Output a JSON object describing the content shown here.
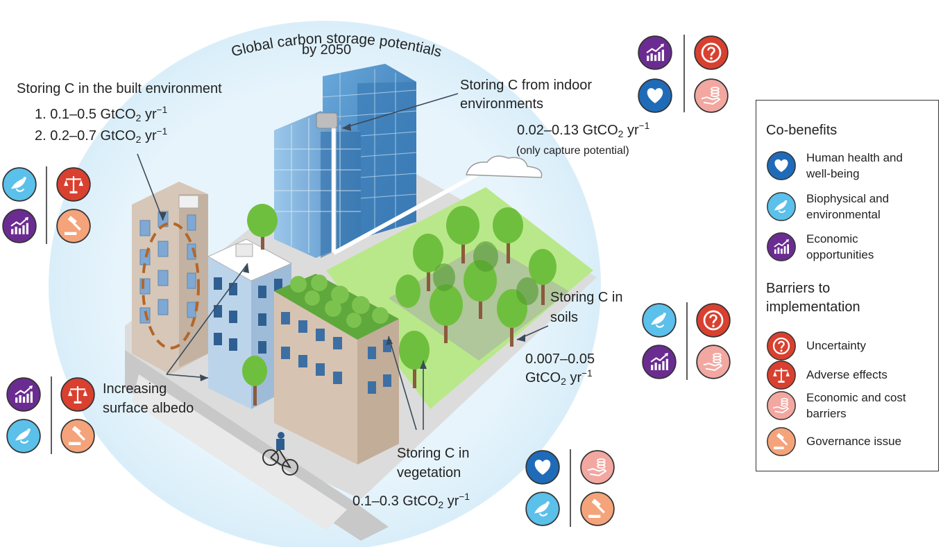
{
  "title": {
    "line1": "Global carbon storage potentials",
    "line2": "by 2050"
  },
  "built_environment": {
    "heading": "Storing C in the built environment",
    "item1": {
      "prefix": "1. 0.1–0.5 GtCO",
      "sub": "2",
      "mid": " yr",
      "sup": "−1"
    },
    "item2": {
      "prefix": "2. 0.2–0.7 GtCO",
      "sub": "2",
      "mid": " yr",
      "sup": "−1"
    }
  },
  "indoor": {
    "line1": "Storing C from indoor",
    "line2": "environments",
    "value": {
      "prefix": "0.02–0.13 GtCO",
      "sub": "2",
      "mid": " yr",
      "sup": "−1"
    },
    "note": "(only capture potential)"
  },
  "soils": {
    "line1": "Storing C in",
    "line2": "soils",
    "value1": "0.007–0.05",
    "value2": {
      "prefix": "GtCO",
      "sub": "2",
      "mid": " yr",
      "sup": "−1"
    }
  },
  "albedo": {
    "line1": "Increasing",
    "line2": "surface albedo"
  },
  "vegetation": {
    "line1": "Storing C in",
    "line2": "vegetation",
    "value": {
      "prefix": "0.1–0.3 GtCO",
      "sub": "2",
      "mid": " yr",
      "sup": "−1"
    }
  },
  "legend": {
    "cobenefits_title": "Co-benefits",
    "cobenefits": [
      {
        "label1": "Human health and",
        "label2": "well-being",
        "icon": "heart-icon"
      },
      {
        "label1": "Biophysical and",
        "label2": "environmental",
        "icon": "bird-leaf-icon"
      },
      {
        "label1": "Economic",
        "label2": "opportunities",
        "icon": "growth-chart-icon"
      }
    ],
    "barriers_title1": "Barriers to",
    "barriers_title2": "implementation",
    "barriers": [
      {
        "label1": "Uncertainty",
        "label2": "",
        "icon": "question-icon"
      },
      {
        "label1": "Adverse effects",
        "label2": "",
        "icon": "scales-icon"
      },
      {
        "label1": "Economic and cost",
        "label2": "barriers",
        "icon": "coins-hand-icon"
      },
      {
        "label1": "Governance issue",
        "label2": "",
        "icon": "gavel-icon"
      }
    ]
  },
  "colors": {
    "health": "#1f6bb8",
    "biophysical": "#5bc0ea",
    "economic": "#6b2c91",
    "uncertainty": "#d9402f",
    "adverse": "#d9402f",
    "cost": "#f2a7a0",
    "governance": "#f5a37a",
    "circle": "#e6f3fb",
    "ground": "#d8d8d8",
    "park": "#b9e88a"
  }
}
